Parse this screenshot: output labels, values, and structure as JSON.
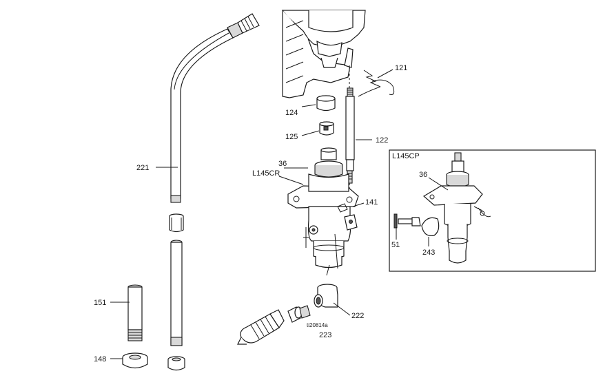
{
  "labels": {
    "p121": "121",
    "p124": "124",
    "p125": "125",
    "p122": "122",
    "p221": "221",
    "p36": "36",
    "l145cr": "L145CR",
    "p141": "141",
    "p151": "151",
    "p148": "148",
    "p222": "222",
    "p223": "223",
    "figure_code": "ti20814a"
  },
  "inset": {
    "title": "L145CP",
    "p36": "36",
    "p51": "51",
    "p243": "243"
  }
}
